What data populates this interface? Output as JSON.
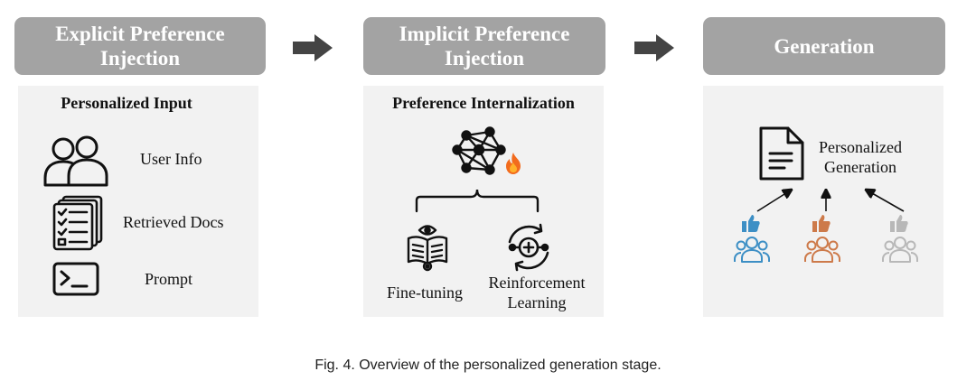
{
  "stages": [
    {
      "header": "Explicit Preference Injection",
      "header_lines": [
        "Explicit Preference",
        "Injection"
      ],
      "title": "Personalized Input",
      "items": [
        "User Info",
        "Retrieved Docs",
        "Prompt"
      ]
    },
    {
      "header": "Implicit Preference Injection",
      "header_lines": [
        "Implicit Preference",
        "Injection"
      ],
      "title": "Preference Internalization",
      "methods": {
        "finetune": "Fine-tuning",
        "rl_lines": [
          "Reinforcement",
          "Learning"
        ]
      }
    },
    {
      "header": "Generation",
      "output_lines": [
        "Personalized",
        "Generation"
      ],
      "user_groups": [
        {
          "color": "#3d8fc5"
        },
        {
          "color": "#cd7a4a"
        },
        {
          "color": "#b8b8b8"
        }
      ]
    }
  ],
  "caption": "Fig. 4.  Overview of the personalized generation stage.",
  "colors": {
    "header_bg": "#a3a3a3",
    "panel_bg": "#f2f2f2",
    "arrow": "#444444",
    "fire": "#f26b1d"
  },
  "icons": [
    "users-icon",
    "documents-icon",
    "terminal-icon",
    "neural-network-icon",
    "fire-icon",
    "book-icon",
    "reinforcement-cycle-icon",
    "document-icon",
    "thumbs-up-icon"
  ]
}
